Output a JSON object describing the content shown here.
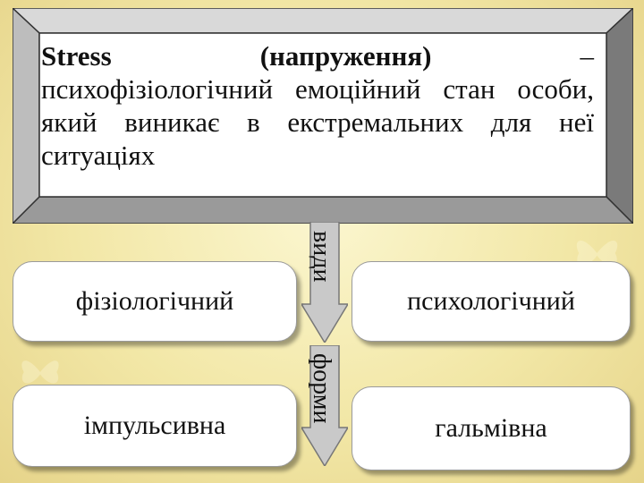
{
  "definition": {
    "term": "Stress",
    "translation": "(напруження)",
    "dash": "–",
    "text": "психофізіологічний емоційний стан особи, який виникає в екстремальних для неї ситуаціях"
  },
  "connectors": {
    "types_label": "види",
    "forms_label": "форми"
  },
  "types": {
    "left": "фізіологічний",
    "right": "психологічний"
  },
  "forms": {
    "left": "імпульсивна",
    "right": "гальмівна"
  },
  "colors": {
    "background": "#f2e7a6",
    "arrow_fill": "#c9c9c9",
    "frame_bevel": "#bdbdbd"
  }
}
